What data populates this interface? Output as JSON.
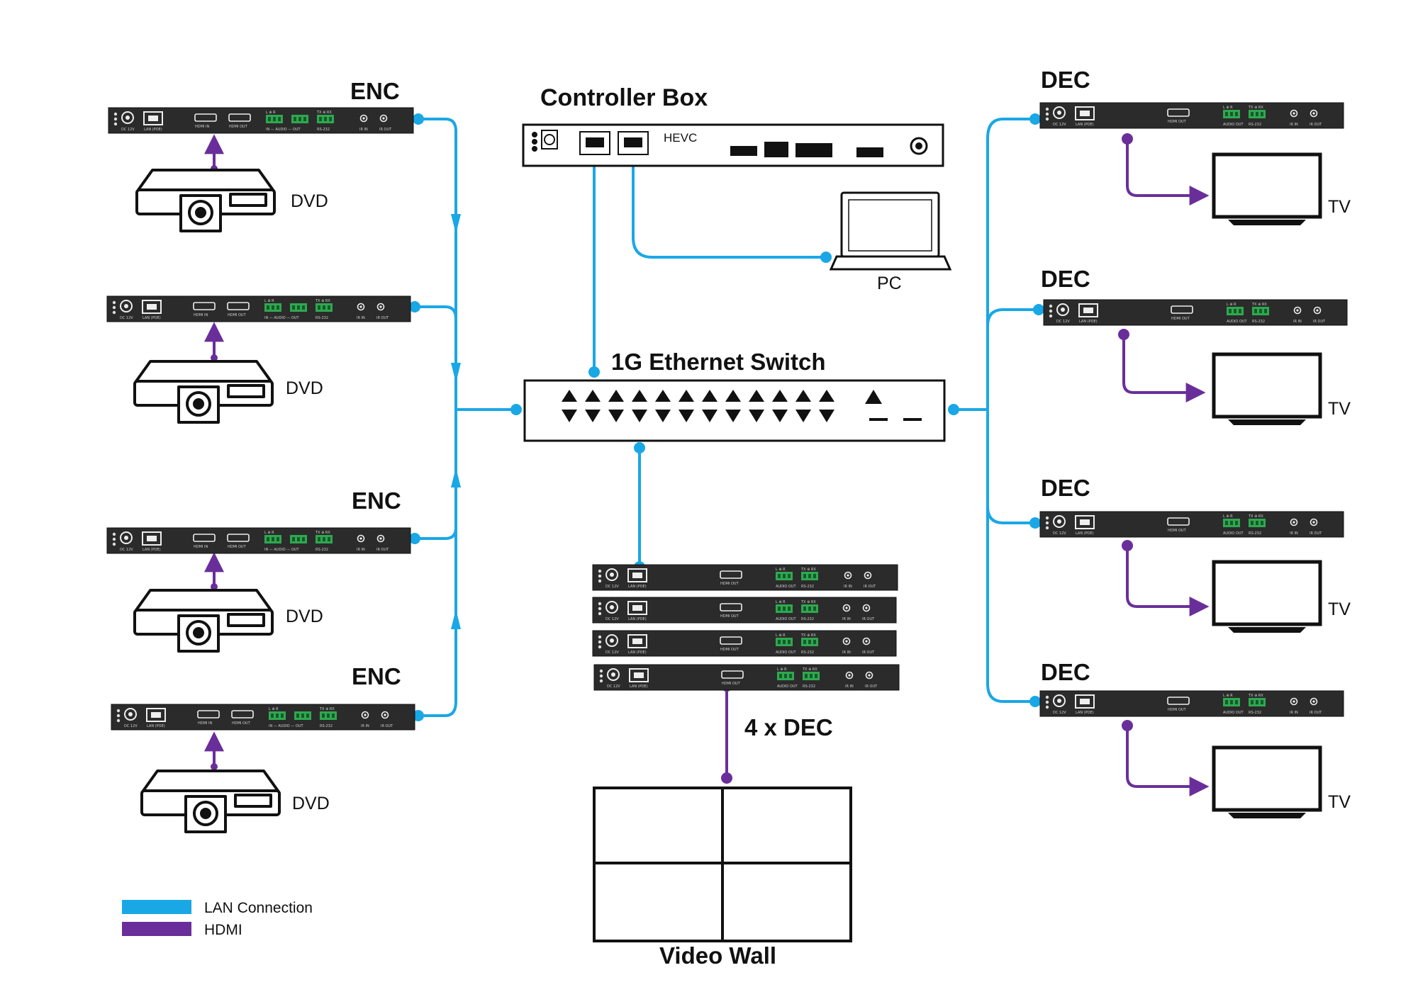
{
  "title_controller": "Controller Box",
  "controller_tag": "HEVC",
  "title_switch": "1G Ethernet Switch",
  "pc_label": "PC",
  "enc_labels": [
    "ENC",
    "ENC",
    "ENC"
  ],
  "dec_labels": [
    "DEC",
    "DEC",
    "DEC",
    "DEC"
  ],
  "dvd_labels": [
    "DVD",
    "DVD",
    "DVD",
    "DVD"
  ],
  "tv_labels": [
    "TV",
    "TV",
    "TV",
    "TV"
  ],
  "wall_dec_label": "4 x DEC",
  "video_wall_label": "Video Wall",
  "legend": [
    {
      "label": "LAN Connection",
      "color": "#1aa7e6"
    },
    {
      "label": "HDMI",
      "color": "#6a2e9a"
    }
  ],
  "device_ports": {
    "dc": "DC 12V",
    "lan": "LAN (POE)",
    "hdmi_in": "HDMI IN",
    "hdmi_out": "HDMI OUT",
    "audio": "IN — AUDIO — OUT",
    "audio_out": "AUDIO OUT",
    "rs232": "RS-232",
    "lr": "L ⊕ R",
    "txrx": "TX ⊕ RX",
    "ir_in": "IR IN",
    "ir_out": "IR OUT"
  },
  "colors": {
    "lan": "#1aa7e6",
    "hdmi": "#6a2e9a",
    "device": "#2b2b2b",
    "terminal": "#2fa84f"
  }
}
